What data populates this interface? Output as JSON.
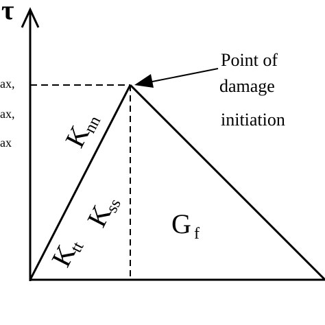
{
  "diagram": {
    "axis_y_label": "τ",
    "left_labels": [
      "ax,",
      "ax,",
      "ax"
    ],
    "annotation_lines": [
      "Point of",
      "damage",
      "initiation"
    ],
    "stiffness_labels": [
      {
        "main": "K",
        "sub": "nn"
      },
      {
        "main": "K",
        "sub": "ss"
      },
      {
        "main": "K",
        "sub": "tt"
      }
    ],
    "area_label": {
      "main": "G",
      "sub": "f"
    },
    "colors": {
      "line": "#000000",
      "background": "#ffffff"
    }
  }
}
